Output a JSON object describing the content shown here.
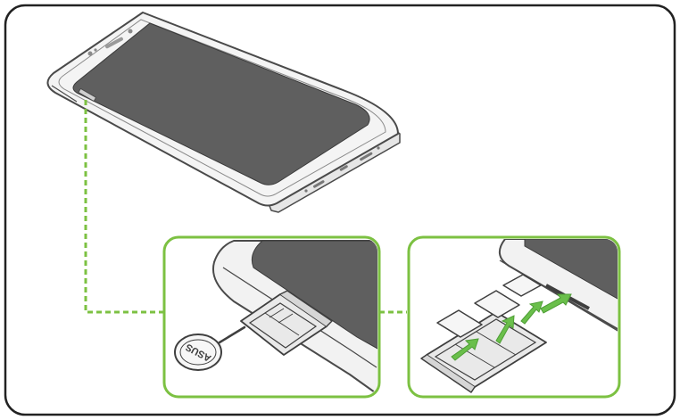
{
  "figure": {
    "description_free": true,
    "colors": {
      "frame": "#222222",
      "leader_line": "#7cc142",
      "inset_border": "#7cc142",
      "arrow": "#6abf4b",
      "screen": "#5f5f5f",
      "phone_body": "#f4f4f4",
      "outline": "#4a4a4a",
      "tray": "#e9e9e9"
    },
    "icons": [
      "smartphone",
      "sim-eject-pin",
      "sim-tray",
      "nano-sim-card",
      "microsd-card",
      "insert-arrow"
    ],
    "pin_logo": "ASUS",
    "panels": [
      "phone-overview",
      "eject-tray-inset",
      "insert-cards-inset"
    ]
  }
}
